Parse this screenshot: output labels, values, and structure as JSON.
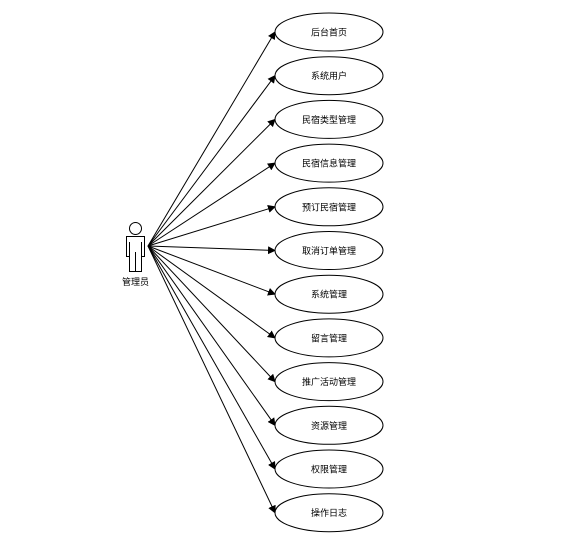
{
  "actor": {
    "label": "管理员",
    "icon": "person-icon"
  },
  "use_cases": [
    {
      "label": "后台首页"
    },
    {
      "label": "系统用户"
    },
    {
      "label": "民宿类型管理"
    },
    {
      "label": "民宿信息管理"
    },
    {
      "label": "预订民宿管理"
    },
    {
      "label": "取消订单管理"
    },
    {
      "label": "系统管理"
    },
    {
      "label": "留言管理"
    },
    {
      "label": "推广活动管理"
    },
    {
      "label": "资源管理"
    },
    {
      "label": "权限管理"
    },
    {
      "label": "操作日志"
    }
  ],
  "colors": {
    "line": "#000000",
    "fill": "#ffffff"
  }
}
